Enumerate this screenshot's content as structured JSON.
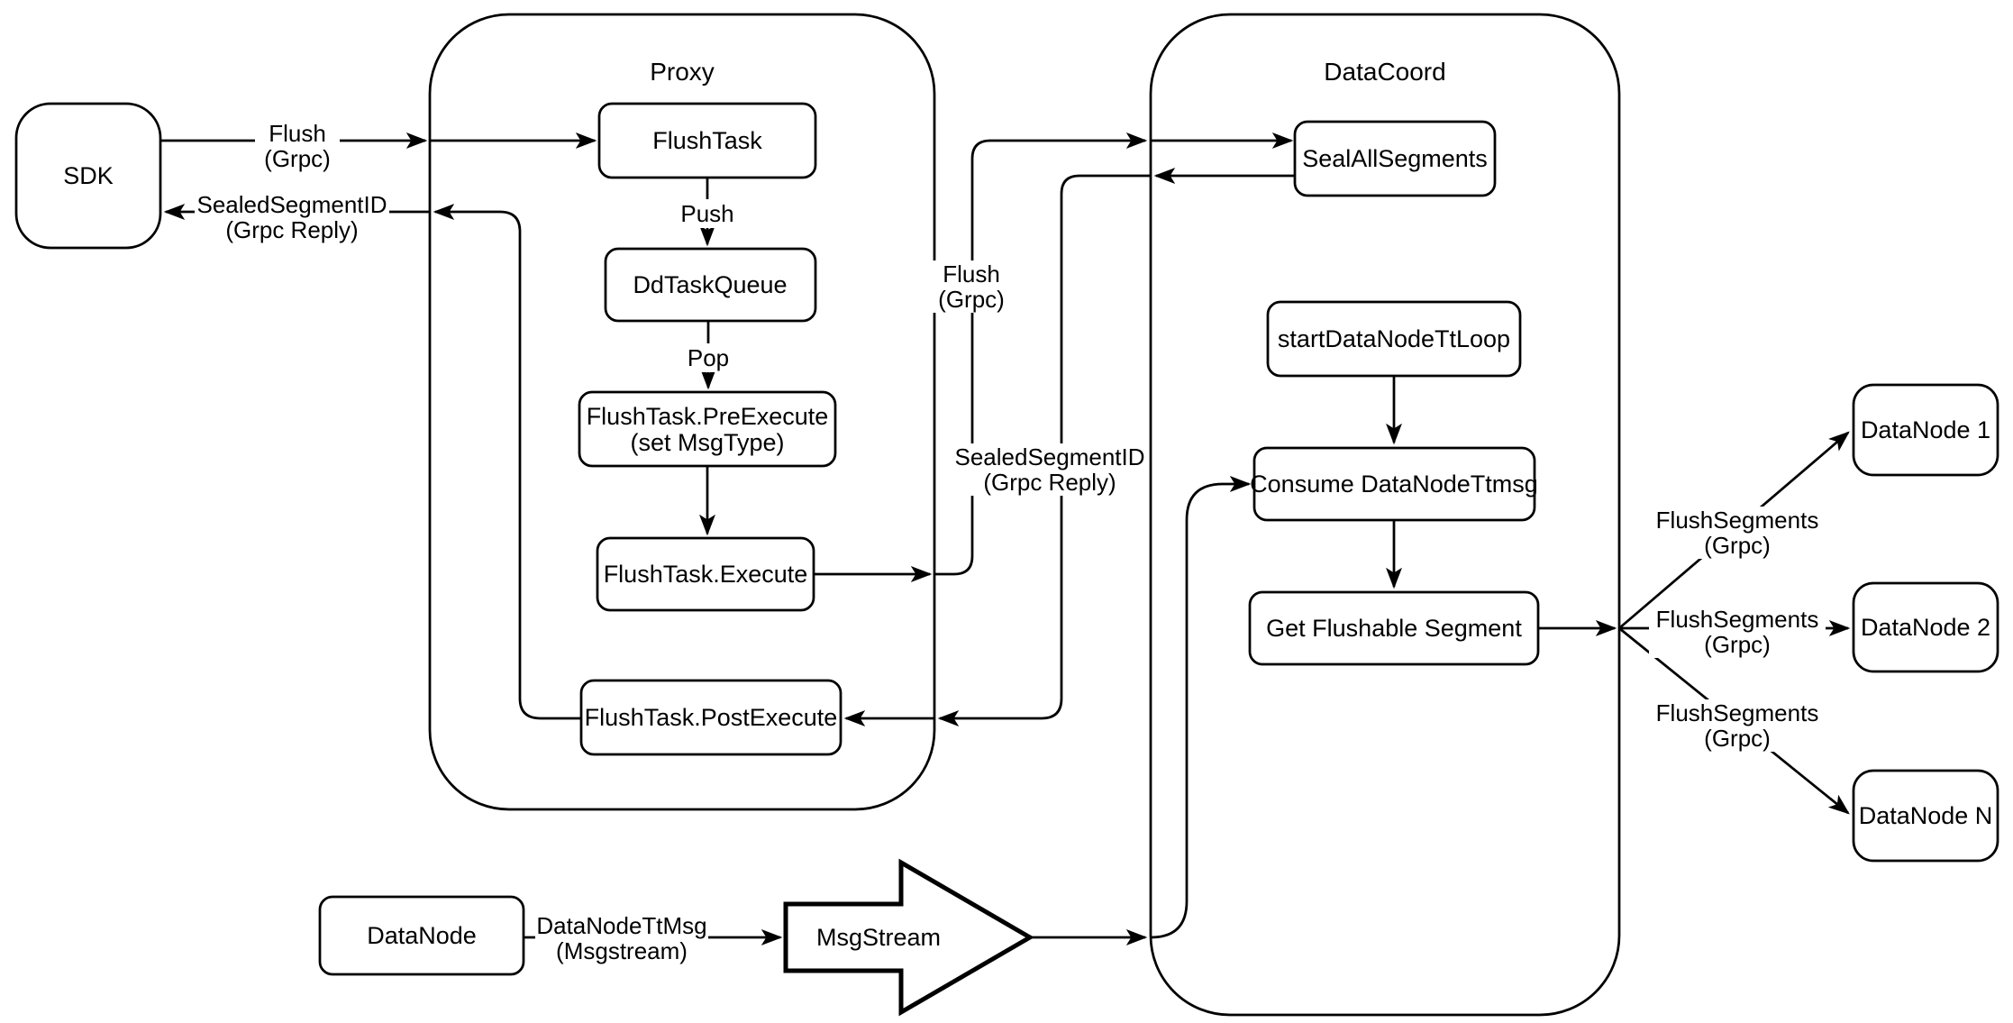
{
  "colors": {
    "stroke": "#000000",
    "node_fill": "#ffffff",
    "background": "#ffffff",
    "text": "#000000"
  },
  "containers": {
    "proxy": {
      "title": "Proxy"
    },
    "datacoord": {
      "title": "DataCoord"
    }
  },
  "nodes": {
    "sdk": {
      "label": "SDK"
    },
    "flush_task": {
      "label": "FlushTask"
    },
    "dd_task_queue": {
      "label": "DdTaskQueue"
    },
    "pre_execute": {
      "line1": "FlushTask.PreExecute",
      "line2": "(set MsgType)"
    },
    "execute": {
      "label": "FlushTask.Execute"
    },
    "post_execute": {
      "label": "FlushTask.PostExecute"
    },
    "seal_all_segments": {
      "label": "SealAllSegments"
    },
    "start_data_node_tt_loop": {
      "label": "startDataNodeTtLoop"
    },
    "consume_data_node_ttmsg": {
      "label": "Consume DataNodeTtmsg"
    },
    "get_flushable_segment": {
      "label": "Get Flushable Segment"
    },
    "data_node_1": {
      "label": "DataNode 1"
    },
    "data_node_2": {
      "label": "DataNode 2"
    },
    "data_node_n": {
      "label": "DataNode N"
    },
    "data_node": {
      "label": "DataNode"
    },
    "msg_stream": {
      "label": "MsgStream"
    }
  },
  "edge_labels": {
    "flush_grpc": {
      "line1": "Flush",
      "line2": "(Grpc)"
    },
    "sealed_segment_id": {
      "line1": "SealedSegmentID",
      "line2": "(Grpc Reply)"
    },
    "push": "Push",
    "pop": "Pop",
    "flush_segments": {
      "line1": "FlushSegments",
      "line2": "(Grpc)"
    },
    "data_node_tt_msg": {
      "line1": "DataNodeTtMsg",
      "line2": "(Msgstream)"
    }
  }
}
